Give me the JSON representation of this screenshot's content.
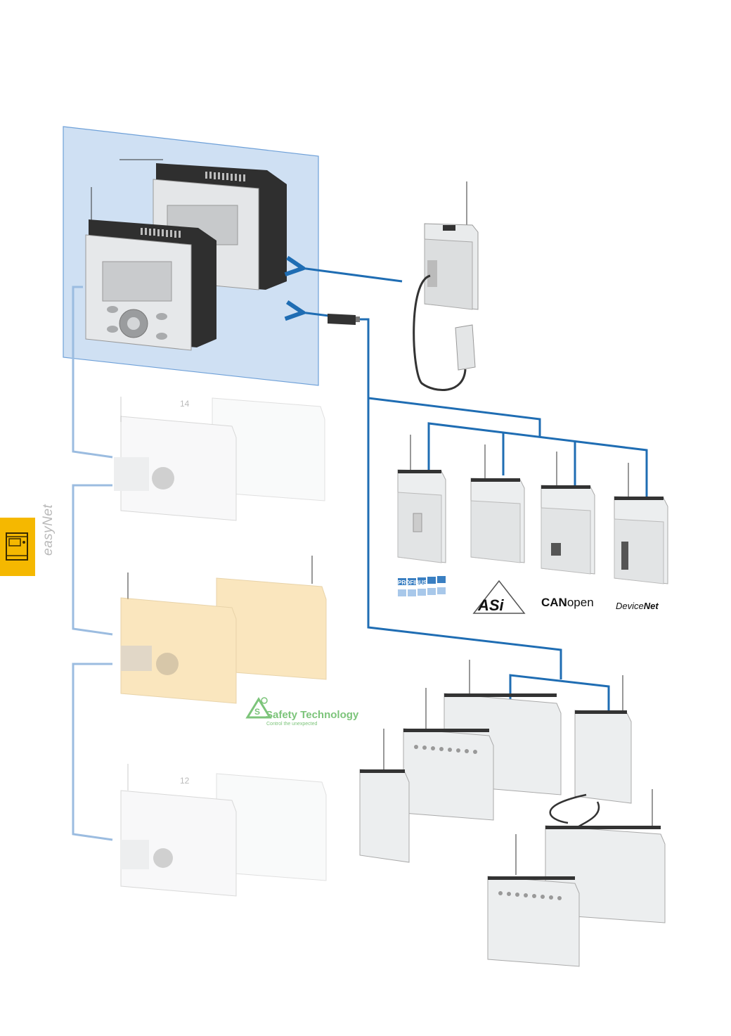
{
  "side_tab": {
    "icon": "plc-device-icon",
    "color": "#f5b800"
  },
  "side_label": "easyNet",
  "device_numbers": {
    "upper": "14",
    "lower": "12"
  },
  "fieldbus_logos": {
    "profibus": "PROFIBUS",
    "asi": "ASi",
    "canopen_bold": "CAN",
    "canopen_light": "open",
    "devicenet_plain": "Device",
    "devicenet_bold": "Net"
  },
  "safety": {
    "title": "Safety Technology",
    "tagline": "Control the unexpected",
    "color": "#7cc47a"
  },
  "colors": {
    "connection_line": "#1f6db3",
    "easynet_line": "#9bbce0",
    "panel_fill": "#cfe0f3",
    "panel_stroke": "#6ea0d8"
  }
}
